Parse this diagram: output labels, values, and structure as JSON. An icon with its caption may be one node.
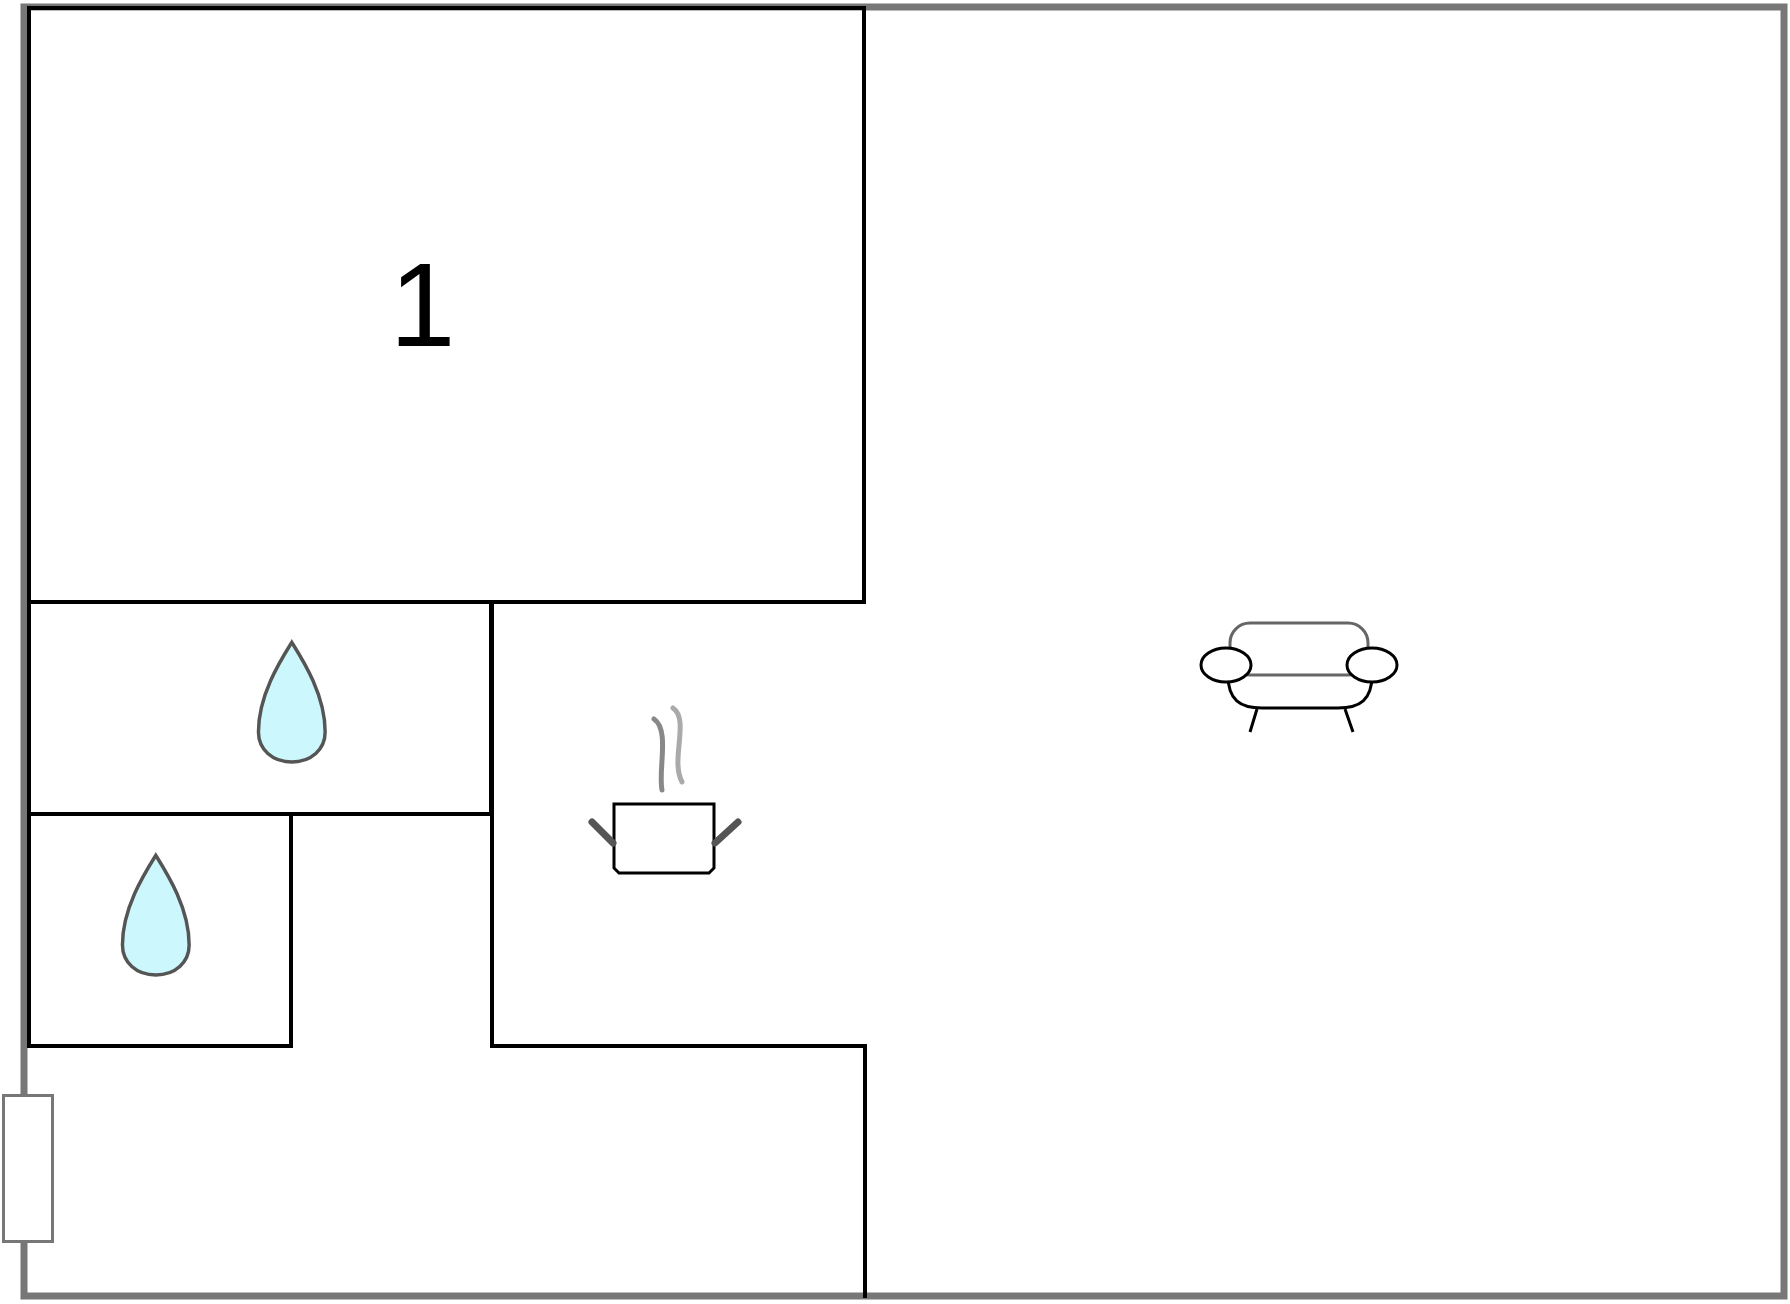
{
  "diagram": {
    "nodes": [
      {
        "text": [
          "1"
        ]
      },
      {
        "text": [],
        "shape": "box"
      },
      {
        "text": [],
        "shape": "box"
      },
      {
        "text": [],
        "shape": "box"
      }
    ]
  }
}
